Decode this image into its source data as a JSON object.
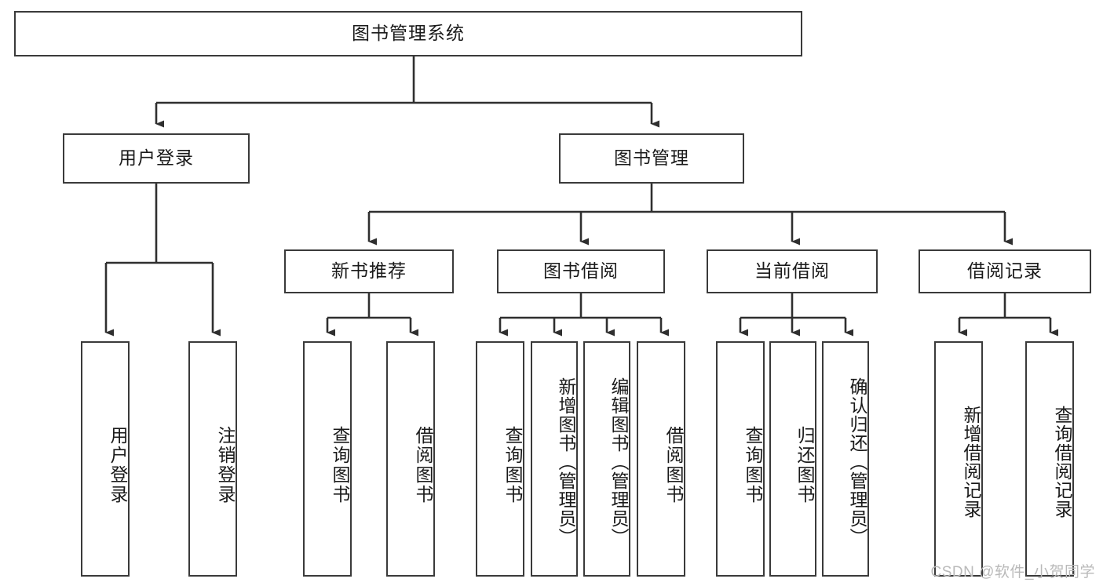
{
  "diagram": {
    "title": "图书管理系统",
    "watermark": "CSDN @软件_小贺同学",
    "colors": {
      "box_border": "#3a3a3a",
      "box_fill": "#ffffff",
      "edge": "#2f2f2f",
      "text": "#1a1a1a",
      "watermark": "#b9b9b9",
      "background": "#ffffff"
    },
    "root": {
      "label": "图书管理系统",
      "orientation": "horizontal"
    },
    "level1": [
      {
        "label": "用户登录",
        "orientation": "horizontal"
      },
      {
        "label": "图书管理",
        "orientation": "horizontal"
      }
    ],
    "level2": [
      {
        "label": "新书推荐",
        "orientation": "horizontal"
      },
      {
        "label": "图书借阅",
        "orientation": "horizontal"
      },
      {
        "label": "当前借阅",
        "orientation": "horizontal"
      },
      {
        "label": "借阅记录",
        "orientation": "horizontal"
      }
    ],
    "leaves": {
      "user_login": [
        {
          "label": "用户登录",
          "orientation": "vertical"
        },
        {
          "label": "注销登录",
          "orientation": "vertical"
        }
      ],
      "new_book_recommend": [
        {
          "label": "查询图书",
          "orientation": "vertical"
        },
        {
          "label": "借阅图书",
          "orientation": "vertical"
        }
      ],
      "book_borrow": [
        {
          "label": "查询图书",
          "orientation": "vertical"
        },
        {
          "label": "新增图书（管理员）",
          "orientation": "vertical"
        },
        {
          "label": "编辑图书（管理员）",
          "orientation": "vertical"
        },
        {
          "label": "借阅图书",
          "orientation": "vertical"
        }
      ],
      "current_borrow": [
        {
          "label": "查询图书",
          "orientation": "vertical"
        },
        {
          "label": "归还图书",
          "orientation": "vertical"
        },
        {
          "label": "确认归还（管理员）",
          "orientation": "vertical"
        }
      ],
      "borrow_record": [
        {
          "label": "新增借阅记录",
          "orientation": "vertical"
        },
        {
          "label": "查询借阅记录",
          "orientation": "vertical"
        }
      ]
    }
  }
}
